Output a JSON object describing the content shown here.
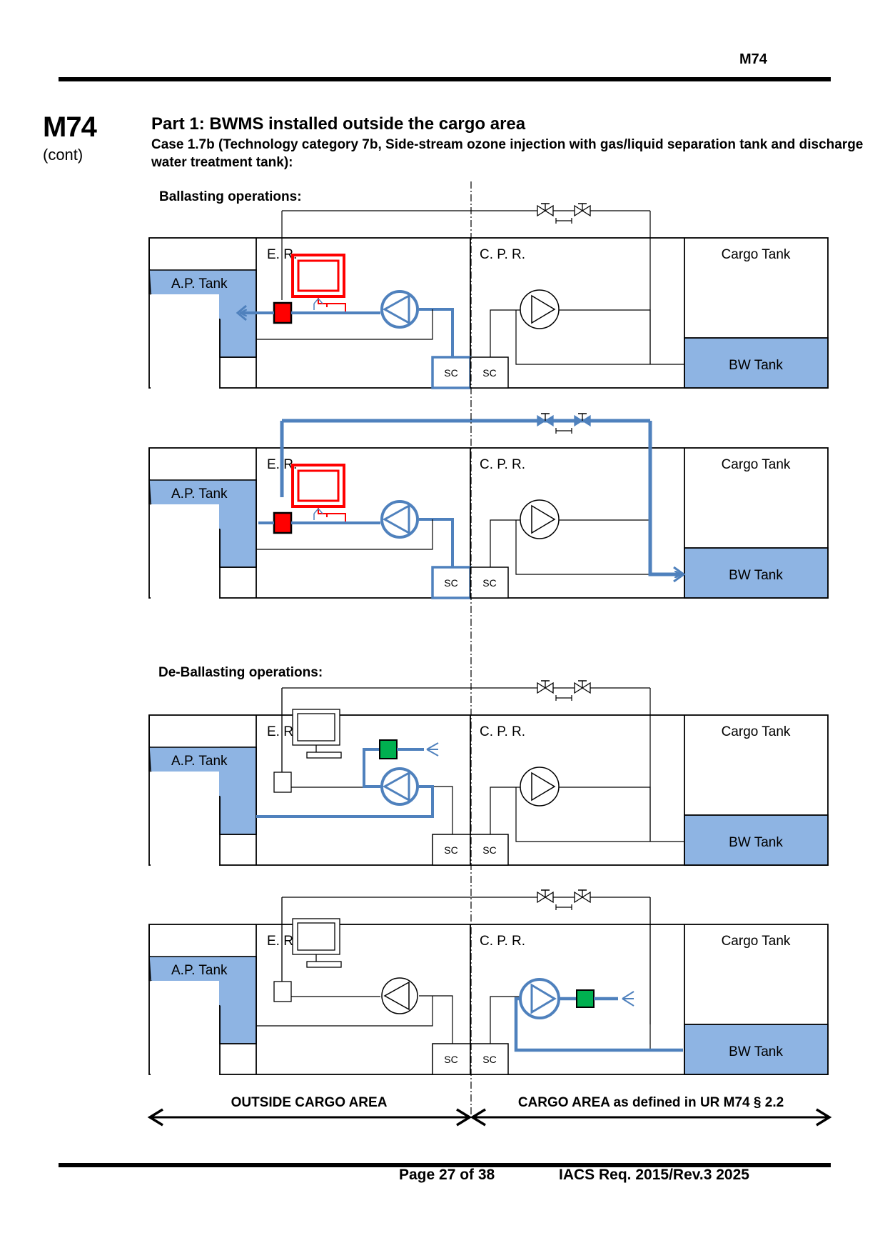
{
  "header": {
    "code": "M74"
  },
  "side": {
    "code": "M74",
    "cont": "(cont)"
  },
  "part_title": "Part 1: BWMS installed outside the cargo area",
  "case_title": "Case 1.7b (Technology category 7b, Side-stream ozone injection with  gas/liquid separation tank and discharge water treatment tank):",
  "sections": {
    "ballasting": "Ballasting operations:",
    "deballasting": "De-Ballasting operations:"
  },
  "labels": {
    "ap_tank": "A.P. Tank",
    "er": "E. R.",
    "cpr": "C. P. R.",
    "cargo_tank": "Cargo Tank",
    "bw_tank": "BW Tank",
    "sc": "SC"
  },
  "bottom": {
    "outside": "OUTSIDE CARGO AREA",
    "cargo_area": "CARGO AREA as defined in UR M74 § 2.2"
  },
  "footer": {
    "page": "Page 27 of 38",
    "ref": "IACS Req. 2015/Rev.3 2025"
  },
  "colors": {
    "water": "#8eb4e3",
    "flow": "#4f81bd",
    "treatment_active": "#ff0000",
    "discharge_unit": "#00b050",
    "line": "#000000"
  },
  "icons": [
    "pump-icon",
    "valve-icon",
    "monitor-icon",
    "outlet-icon",
    "arrow-icon"
  ]
}
